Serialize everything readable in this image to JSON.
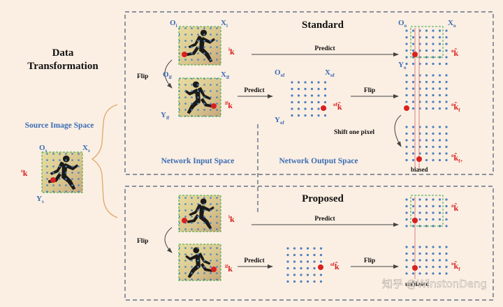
{
  "title": {
    "line1": "Data",
    "line2": "Transformation"
  },
  "spaces": {
    "source": "Source Image Space",
    "network_input": "Network Input Space",
    "network_output": "Network Output Space"
  },
  "panels": {
    "standard": {
      "title": "Standard"
    },
    "proposed": {
      "title": "Proposed"
    }
  },
  "actions": {
    "predict": "Predict",
    "flip": "Flip",
    "shift": "Shift one pixel"
  },
  "notes": {
    "biased": "biased",
    "unbiased": "unbiased"
  },
  "axes": {
    "source": {
      "origin": "O",
      "origin_sub": "s",
      "x": "X",
      "x_sub": "s",
      "y": "Y",
      "y_sub": "s"
    },
    "input": {
      "origin": "O",
      "origin_sub": "i",
      "x": "X",
      "x_sub": "i"
    },
    "input_flip": {
      "origin": "O",
      "origin_sub": "if",
      "x": "X",
      "x_sub": "if",
      "y": "Y",
      "y_sub": "if"
    },
    "output_flip": {
      "origin": "O",
      "origin_sub": "of",
      "x": "X",
      "x_sub": "of",
      "y": "Y",
      "y_sub": "of"
    },
    "output": {
      "origin": "O",
      "origin_sub": "o",
      "x": "X",
      "x_sub": "o",
      "y": "Y",
      "y_sub": "o"
    }
  },
  "keypoints": {
    "source": {
      "main": "k",
      "pre": "s"
    },
    "input": {
      "main": "k",
      "pre": "i"
    },
    "input_flip": {
      "main": "k",
      "pre": "if"
    },
    "output_flip": {
      "main": "k̂",
      "pre": "of"
    },
    "output": {
      "main": "k̂",
      "pre": "o"
    },
    "output_flipped": {
      "main": "k̂",
      "pre": "o",
      "sub": "f"
    },
    "output_shifted": {
      "main": "k̂",
      "pre": "o",
      "sub": "f+"
    }
  },
  "watermark": "知乎 @WinstonDeng",
  "colors": {
    "red": "#d92020",
    "blue": "#3a6db5",
    "green_dash": "#3aa845",
    "box_dash": "#4a5a78",
    "background": "#fbeee2"
  }
}
